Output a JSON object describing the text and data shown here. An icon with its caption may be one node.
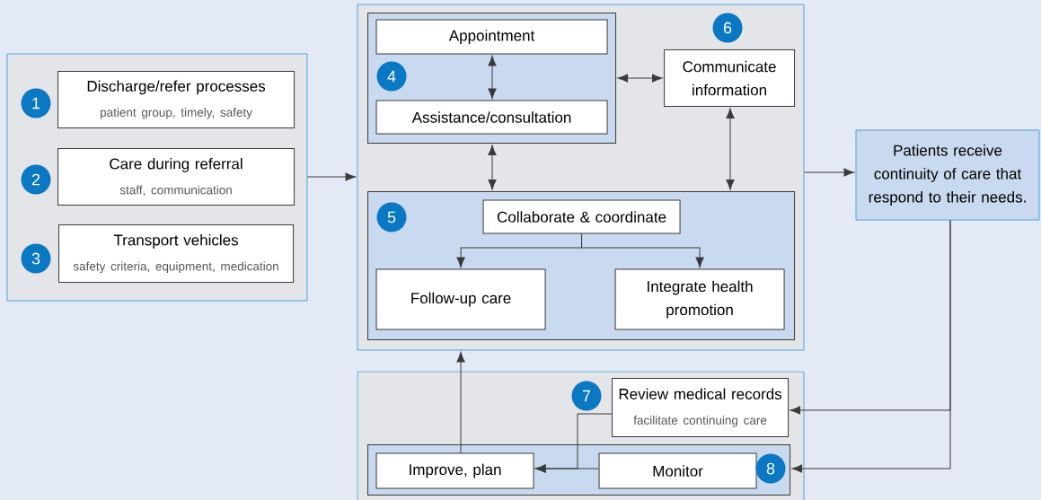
{
  "diagram": {
    "nodes": [
      {
        "text": [],
        "shape": "box"
      },
      {
        "text": [
          "Discharge/refer processes",
          "patient group, timely, safety"
        ],
        "in": 0
      },
      {
        "text": [
          "Care during referral",
          "staff, communication"
        ],
        "in": 0
      },
      {
        "text": [
          "Transport vehicles",
          "safety criteria, equipment, medication"
        ],
        "in": 0
      },
      {
        "text": [],
        "shape": "box"
      },
      {
        "text": [],
        "shape": "box",
        "in": 4
      },
      {
        "text": [
          "Appointment"
        ],
        "in": 5
      },
      {
        "text": [
          "Assistance/consultation"
        ],
        "in": 5
      },
      {
        "text": [
          "Communicate information"
        ],
        "in": 4
      },
      {
        "text": [],
        "shape": "box",
        "in": 4
      },
      {
        "text": [
          "Collaborate & coordinate"
        ],
        "in": 9
      },
      {
        "text": [
          "Follow-up care"
        ],
        "in": 9
      },
      {
        "text": [
          "Integrate health promotion"
        ],
        "in": 9
      },
      {
        "text": [
          "Patients receive continuity of care that respond to their needs."
        ]
      },
      {
        "text": [],
        "shape": "box"
      },
      {
        "text": [
          "Review medical records",
          "facilitate continuing care"
        ],
        "in": 14
      },
      {
        "text": [],
        "shape": "box",
        "in": 14
      },
      {
        "text": [
          "Improve, plan"
        ],
        "in": 16
      },
      {
        "text": [
          "Monitor"
        ],
        "in": 16
      }
    ],
    "edges": [
      {
        "from": 0,
        "to": 4,
        "arrow": "to"
      },
      {
        "from": 6,
        "to": 7,
        "arrow": "both"
      },
      {
        "from": 5,
        "to": 8,
        "arrow": "both"
      },
      {
        "from": 5,
        "to": 9,
        "arrow": "both"
      },
      {
        "from": 8,
        "to": 9,
        "arrow": "both"
      },
      {
        "from": 10,
        "to": 11,
        "arrow": "to"
      },
      {
        "from": 10,
        "to": 12,
        "arrow": "to"
      },
      {
        "from": 4,
        "to": 13,
        "arrow": "to"
      },
      {
        "from": 13,
        "to": 15,
        "arrow": "to"
      },
      {
        "from": 13,
        "to": 16,
        "arrow": "to"
      },
      {
        "from": 15,
        "to": 17,
        "arrow": "to"
      },
      {
        "from": 18,
        "to": 17,
        "arrow": "to"
      },
      {
        "from": 17,
        "to": 4,
        "arrow": "to"
      }
    ],
    "labels": [
      "1",
      "2",
      "3",
      "4",
      "5",
      "6",
      "7",
      "8"
    ]
  }
}
